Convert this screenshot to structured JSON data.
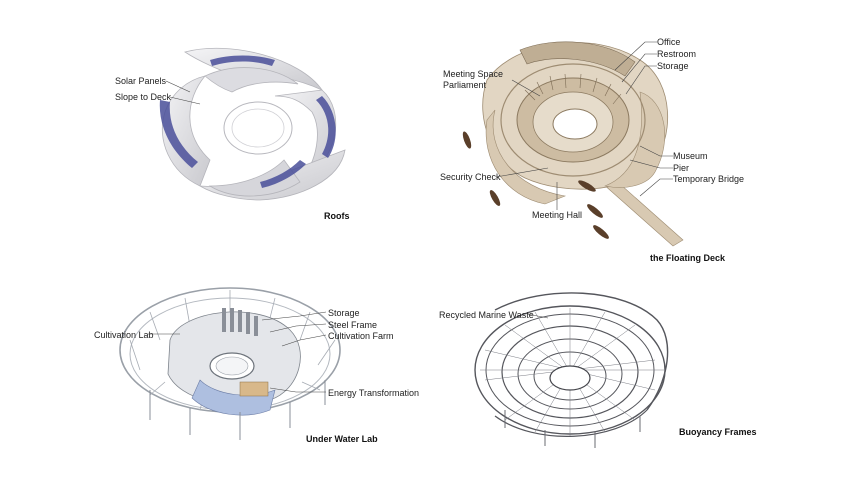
{
  "roofs": {
    "title": "Roofs",
    "labels": {
      "solar_panels": "Solar Panels",
      "slope_to_deck": "Slope to Deck"
    }
  },
  "floating_deck": {
    "title": "the Floating Deck",
    "labels": {
      "office": "Office",
      "restroom": "Restroom",
      "storage": "Storage",
      "meeting_space": "Meeting Space",
      "parliament": "Parliament",
      "museum": "Museum",
      "pier": "Pier",
      "temporary_bridge": "Temporary Bridge",
      "security_check": "Security Check",
      "meeting_hall": "Meeting Hall"
    }
  },
  "underwater_lab": {
    "title": "Under Water Lab",
    "labels": {
      "storage": "Storage",
      "steel_frame": "Steel Frame",
      "cultivation_farm": "Cultivation Farm",
      "cultivation_lab": "Cultivation Lab",
      "energy_transformation": "Energy Transformation"
    }
  },
  "buoyancy_frames": {
    "title": "Buoyancy Frames",
    "labels": {
      "recycled_marine_waste": "Recycled Marine Waste"
    }
  },
  "colors": {
    "roof_white": "#e9e9ec",
    "solar_blue": "#4a4f9a",
    "deck_beige": "#d8c9b2",
    "deck_dark": "#9e8c72",
    "steel_grey": "#8a8f98",
    "frame_dark": "#55565c"
  }
}
